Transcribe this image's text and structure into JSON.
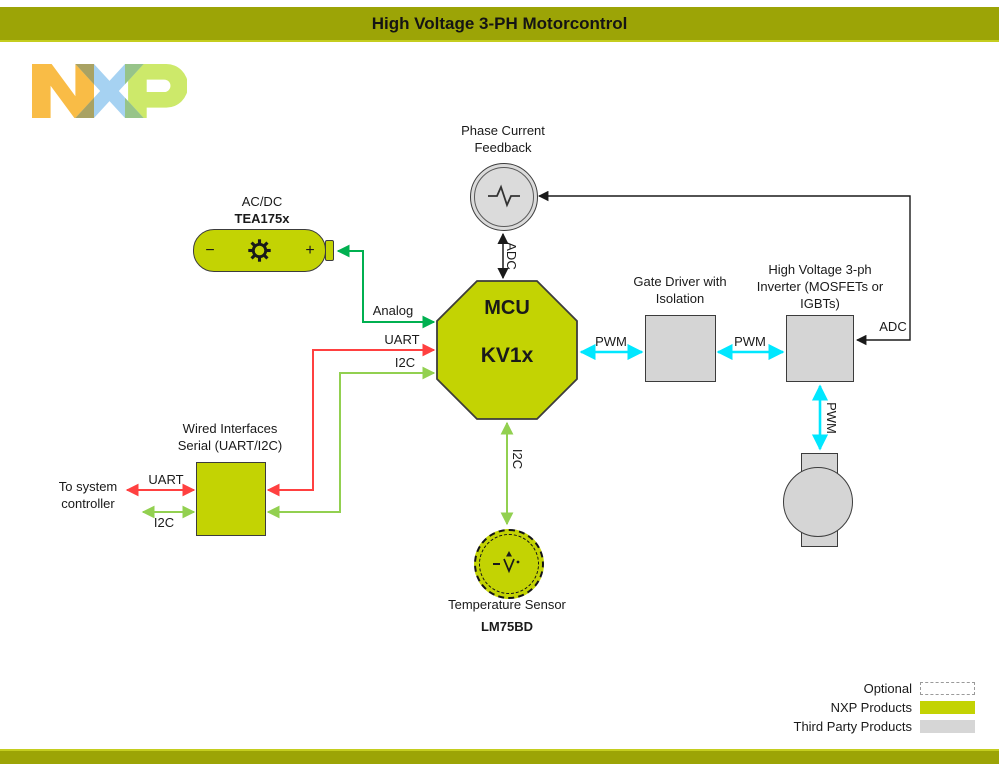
{
  "header": {
    "title": "High Voltage 3-PH Motorcontrol"
  },
  "logo": {
    "name": "NXP"
  },
  "nodes": {
    "phase_feedback": {
      "line1": "Phase Current",
      "line2": "Feedback"
    },
    "acdc": {
      "title": "AC/DC",
      "part": "TEA175x",
      "minus": "−",
      "plus": "+"
    },
    "mcu": {
      "title": "MCU",
      "part": "KV1x"
    },
    "gate_driver": {
      "line1": "Gate Driver with",
      "line2": "Isolation"
    },
    "inverter": {
      "line1": "High Voltage 3-ph",
      "line2": "Inverter (MOSFETs or",
      "line3": "IGBTs)"
    },
    "wired_interfaces": {
      "line1": "Wired Interfaces",
      "line2": "Serial (UART/I2C)"
    },
    "system_controller": {
      "line1": "To system",
      "line2": "controller"
    },
    "temp_sensor": {
      "title": "Temperature Sensor",
      "part": "LM75BD"
    }
  },
  "connections": {
    "analog": "Analog",
    "uart_mcu": "UART",
    "i2c_mcu": "I2C",
    "uart_sys": "UART",
    "i2c_sys": "I2C",
    "adc_mcu": "ADC",
    "adc_inverter": "ADC",
    "pwm_mcu_driver": "PWM",
    "pwm_driver_inverter": "PWM",
    "pwm_motor": "PWM",
    "i2c_temp": "I2C"
  },
  "legend": {
    "items": [
      {
        "label": "Optional",
        "style": "optional"
      },
      {
        "label": "NXP Products",
        "style": "nxp"
      },
      {
        "label": "Third Party Products",
        "style": "third"
      }
    ]
  },
  "colors": {
    "nxp_lime": "#C3D303",
    "olive_bar": "#9CA406",
    "third_party_gray": "#D6D6D6",
    "arrow_red": "#FF4040",
    "arrow_green": "#00B050",
    "arrow_light_green": "#92D050",
    "arrow_cyan": "#00E7FF",
    "arrow_black": "#1A1A1A"
  }
}
